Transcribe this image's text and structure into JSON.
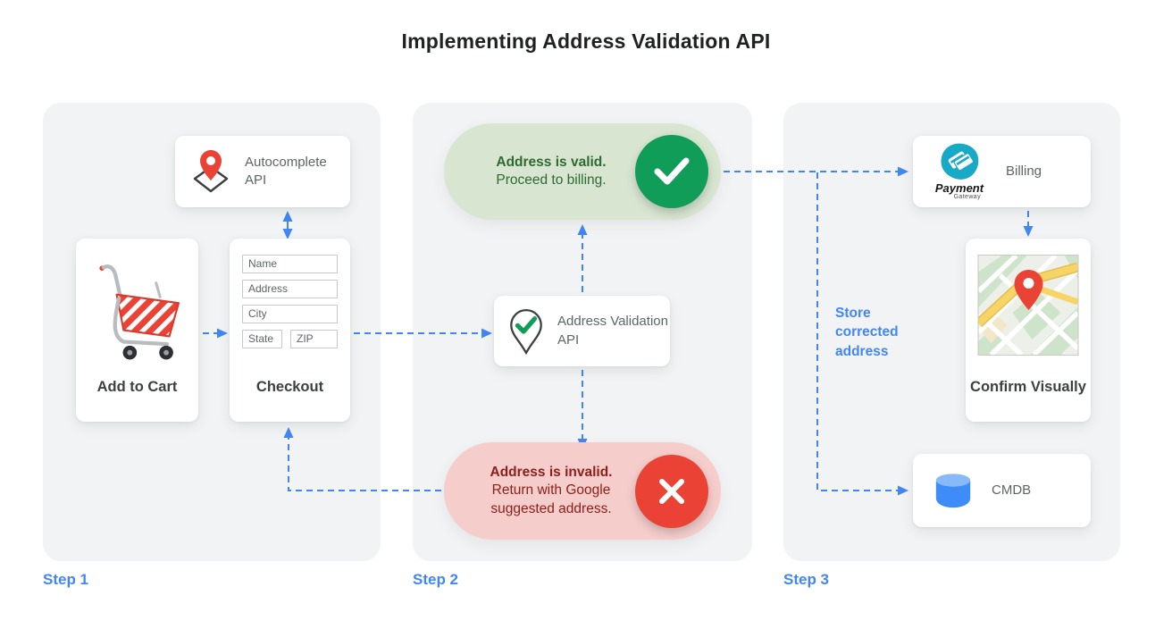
{
  "title": "Implementing Address Validation API",
  "colors": {
    "arrow_blue": "#4285F4",
    "panel_gray": "#F1F3F4",
    "valid_green": "#0F9D58",
    "valid_pill_bg": "#D7E5D1",
    "invalid_red": "#EA4335",
    "invalid_pill_bg": "#F5CDCB",
    "card_text_gray": "#5F6368",
    "dark_label": "#3C4043"
  },
  "steps": [
    {
      "label": "Step 1"
    },
    {
      "label": "Step 2"
    },
    {
      "label": "Step 3"
    }
  ],
  "step1": {
    "autocomplete_card": {
      "label": "Autocomplete API",
      "icon": "map-pin-on-diamond-icon"
    },
    "add_to_cart_card": {
      "label": "Add to Cart",
      "icon": "shopping-cart-icon"
    },
    "checkout_card": {
      "label": "Checkout",
      "fields": [
        "Name",
        "Address",
        "City",
        "State",
        "ZIP"
      ]
    }
  },
  "step2": {
    "valid_pill": {
      "title": "Address is valid.",
      "subtitle": "Proceed to billing.",
      "icon": "checkmark-icon"
    },
    "validation_card": {
      "label": "Address Validation API",
      "icon": "pin-with-check-icon"
    },
    "invalid_pill": {
      "title": "Address is invalid.",
      "subtitle": "Return with Google suggested address.",
      "icon": "x-icon"
    }
  },
  "step3": {
    "billing_card": {
      "label": "Billing",
      "logo_title": "Payment",
      "logo_subtitle": "Gateway",
      "icon": "payment-gateway-logo"
    },
    "confirm_card": {
      "label": "Confirm Visually",
      "icon": "map-thumbnail"
    },
    "cmdb_card": {
      "label": "CMDB",
      "icon": "database-cylinder-icon"
    },
    "store_corrected_label": "Store corrected address"
  }
}
